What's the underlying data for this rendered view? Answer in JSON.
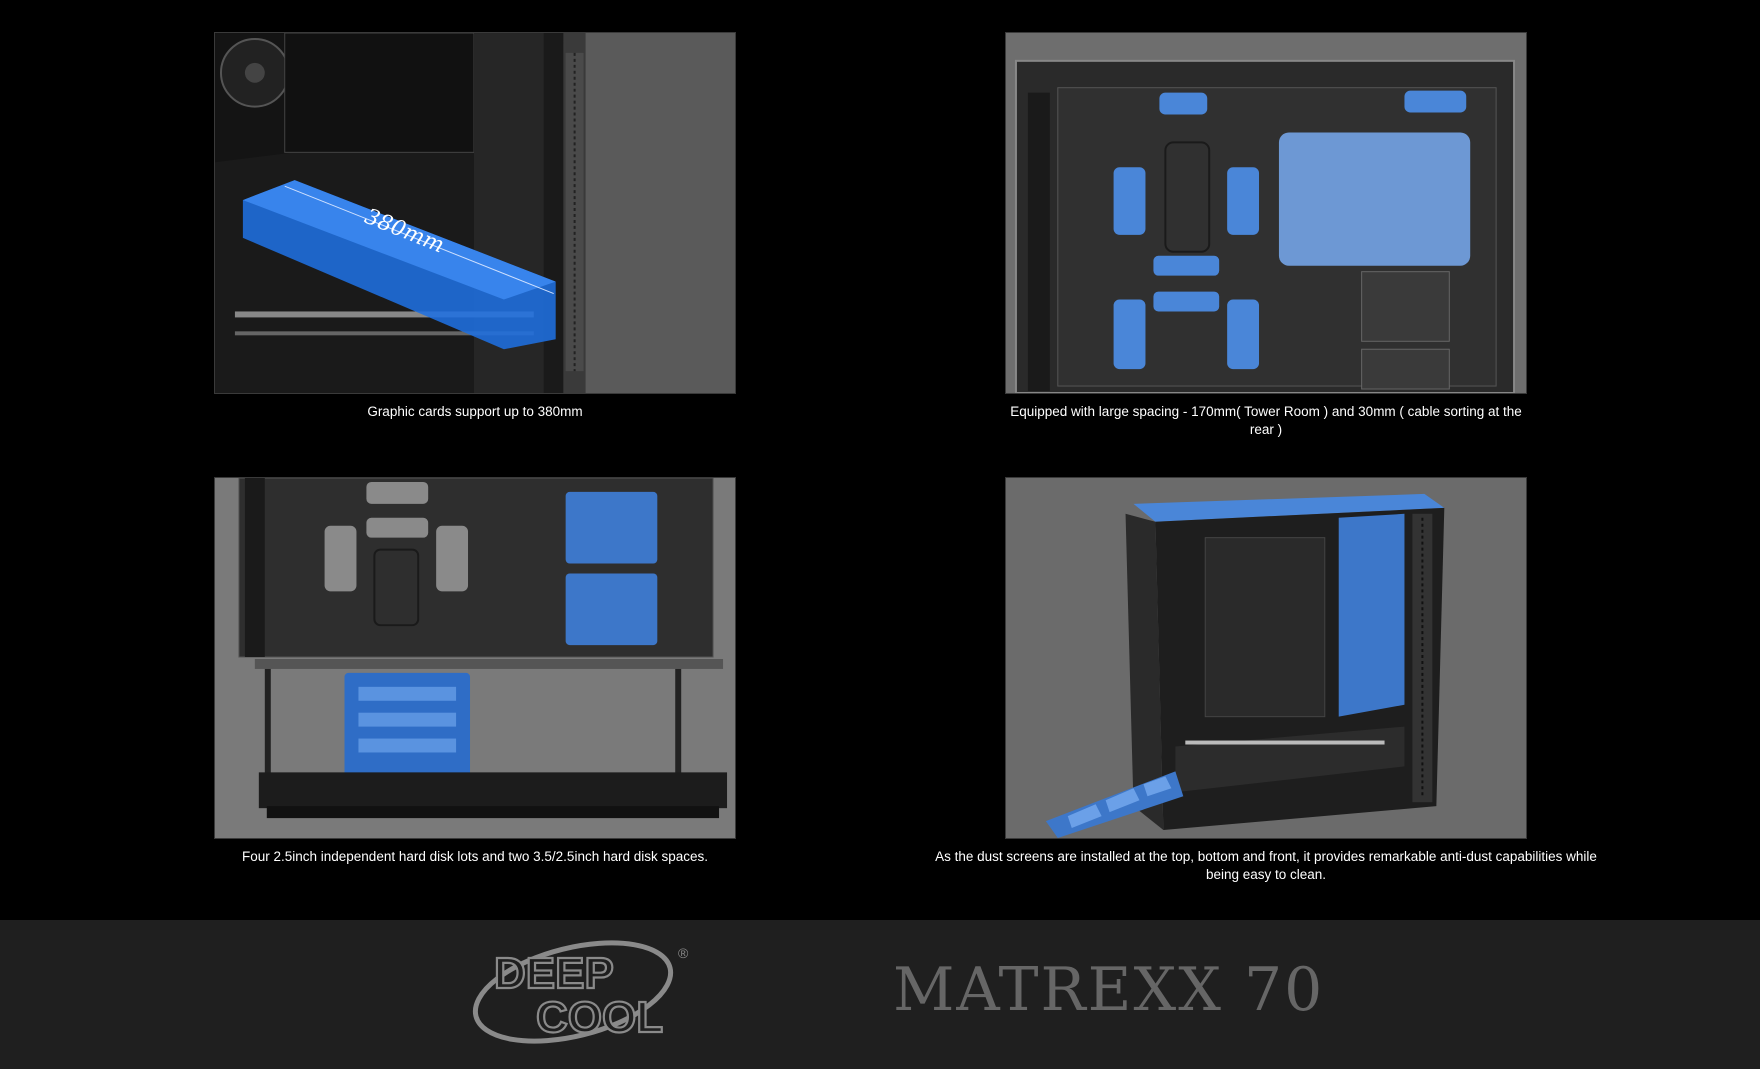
{
  "features": [
    {
      "caption": "Graphic cards support up to 380mm",
      "measurement_label": "380mm"
    },
    {
      "caption": "Equipped with large spacing - 170mm( Tower Room ) and 30mm ( cable sorting at the rear )"
    },
    {
      "caption": "Four 2.5inch independent hard disk lots and two 3.5/2.5inch hard disk spaces."
    },
    {
      "caption": "As the dust screens are installed at the top, bottom and front, it provides remarkable anti-dust capabilities while being easy to clean."
    }
  ],
  "footer": {
    "logo_line1": "DEEP",
    "logo_line2": "COOL",
    "logo_mark": "®",
    "product_name": "MATREXX 70"
  },
  "colors": {
    "accent_blue": "#1f6fe0",
    "highlight_blue": "#4a86d8",
    "footer_bg": "#1f1f1f",
    "logo_gray": "#8a8a8a"
  }
}
